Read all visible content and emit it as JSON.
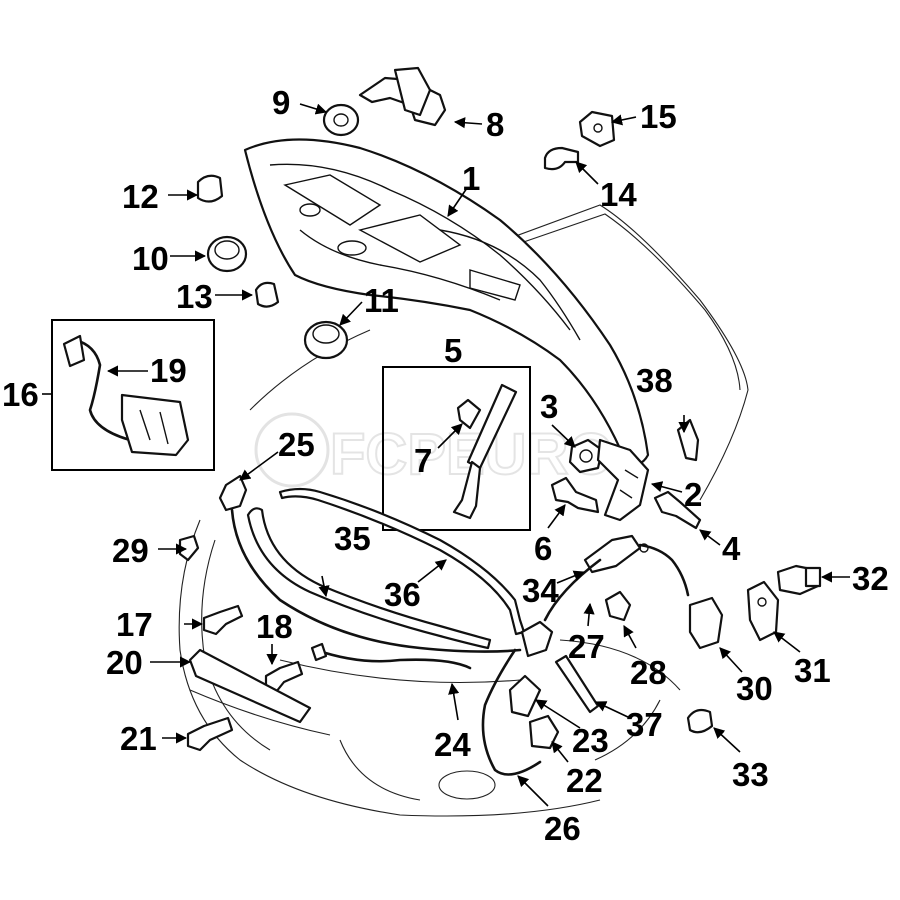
{
  "watermark": "FCPEURO",
  "callouts": [
    {
      "id": "c1",
      "label": "1"
    },
    {
      "id": "c2",
      "label": "2"
    },
    {
      "id": "c3",
      "label": "3"
    },
    {
      "id": "c4",
      "label": "4"
    },
    {
      "id": "c5",
      "label": "5"
    },
    {
      "id": "c6",
      "label": "6"
    },
    {
      "id": "c7",
      "label": "7"
    },
    {
      "id": "c8",
      "label": "8"
    },
    {
      "id": "c9",
      "label": "9"
    },
    {
      "id": "c10",
      "label": "10"
    },
    {
      "id": "c11",
      "label": "11"
    },
    {
      "id": "c12",
      "label": "12"
    },
    {
      "id": "c13",
      "label": "13"
    },
    {
      "id": "c14",
      "label": "14"
    },
    {
      "id": "c15",
      "label": "15"
    },
    {
      "id": "c16",
      "label": "16"
    },
    {
      "id": "c17",
      "label": "17"
    },
    {
      "id": "c18",
      "label": "18"
    },
    {
      "id": "c19",
      "label": "19"
    },
    {
      "id": "c20",
      "label": "20"
    },
    {
      "id": "c21",
      "label": "21"
    },
    {
      "id": "c22",
      "label": "22"
    },
    {
      "id": "c23",
      "label": "23"
    },
    {
      "id": "c24",
      "label": "24"
    },
    {
      "id": "c25",
      "label": "25"
    },
    {
      "id": "c26",
      "label": "26"
    },
    {
      "id": "c27",
      "label": "27"
    },
    {
      "id": "c28",
      "label": "28"
    },
    {
      "id": "c29",
      "label": "29"
    },
    {
      "id": "c30",
      "label": "30"
    },
    {
      "id": "c31",
      "label": "31"
    },
    {
      "id": "c32",
      "label": "32"
    },
    {
      "id": "c33",
      "label": "33"
    },
    {
      "id": "c34",
      "label": "34"
    },
    {
      "id": "c35",
      "label": "35"
    },
    {
      "id": "c36",
      "label": "36"
    },
    {
      "id": "c37",
      "label": "37"
    },
    {
      "id": "c38",
      "label": "38"
    }
  ]
}
